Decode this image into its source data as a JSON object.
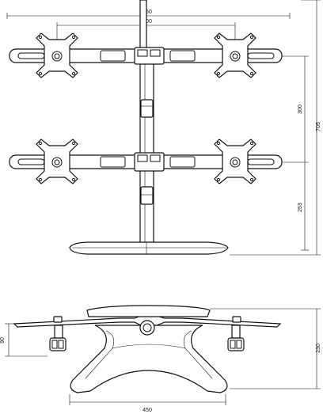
{
  "dimensions": {
    "overall_width": "750",
    "vesa_spacing": "500",
    "tier_spacing": "300",
    "total_height": "705",
    "lower_height": "253",
    "side_height": "230",
    "side_offset": "90",
    "base_width": "450"
  }
}
